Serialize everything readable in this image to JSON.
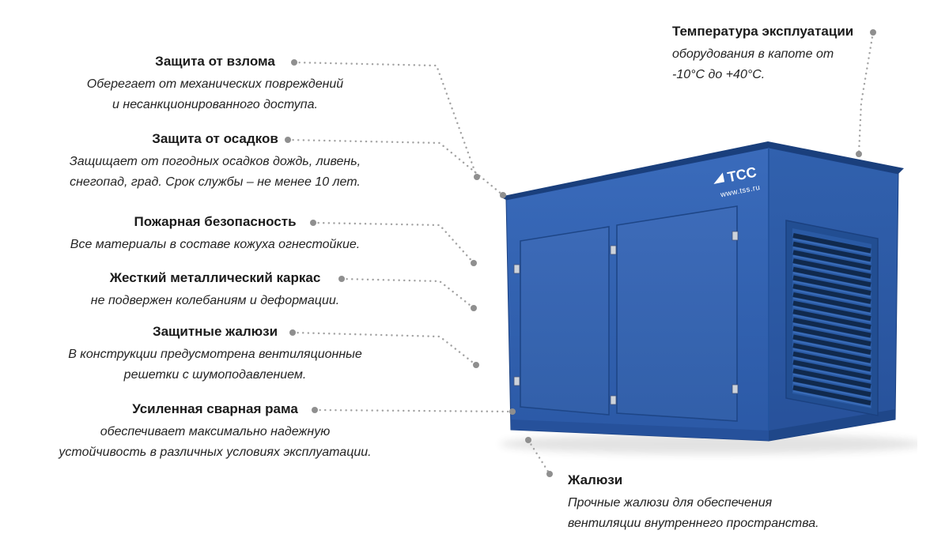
{
  "colors": {
    "canopy_blue": "#3063b4",
    "canopy_blue_dark": "#27539d",
    "roof_edge_blue": "#1a3f7c",
    "louver_dark": "#10294d",
    "leader_line_gray": "#a2a2a2",
    "leader_dot_gray": "#8f8f8f",
    "title_text": "#1b1b1b",
    "body_text": "#242424"
  },
  "features_left": [
    {
      "title": "Защита от взлома",
      "lines": [
        "Оберегает от механических повреждений",
        "и несанкционированного доступа."
      ]
    },
    {
      "title": "Защита от осадков",
      "lines": [
        "Защищает от погодных осадков  дождь, ливень,",
        "снегопад, град. Срок службы – не менее 10 лет."
      ]
    },
    {
      "title": "Пожарная безопасность",
      "lines": [
        "Все материалы в составе кожуха огнестойкие."
      ]
    },
    {
      "title": "Жесткий металлический каркас",
      "lines": [
        "не подвержен колебаниям и деформации."
      ]
    },
    {
      "title": "Защитные жалюзи",
      "lines": [
        "В конструкции предусмотрена вентиляционные",
        "решетки с шумоподавлением."
      ]
    },
    {
      "title": "Усиленная сварная рама",
      "lines": [
        "обеспечивает максимально надежную",
        "устойчивость в различных условиях эксплуатации."
      ]
    }
  ],
  "feature_temperature": {
    "title": "Температура эксплуатации",
    "lines": [
      "оборудования в капоте от",
      "-10°С до +40°С."
    ]
  },
  "feature_louvers": {
    "title": "Жалюзи",
    "lines": [
      "Прочные жалюзи для обеспечения",
      "вентиляции внутреннего пространства."
    ]
  },
  "product": {
    "brand": "ТСС",
    "website": "www.tss.ru"
  }
}
